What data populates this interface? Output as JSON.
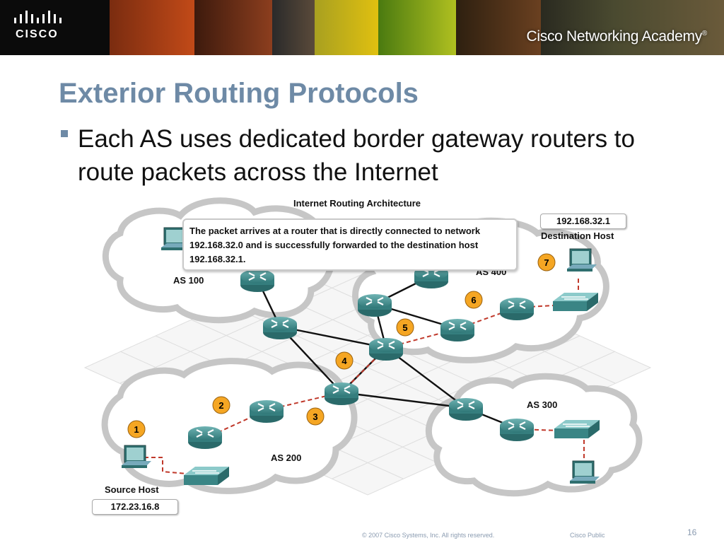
{
  "header": {
    "logo_text": "CISCO",
    "academy_text": "Cisco Networking Academy",
    "trademark": "®"
  },
  "slide": {
    "title": "Exterior Routing Protocols",
    "bullet": "Each AS uses dedicated border gateway routers to route packets across the Internet"
  },
  "diagram": {
    "title": "Internet Routing Architecture",
    "callout_lines": [
      "The packet arrives at a router that is directly connected to network",
      "192.168.32.0 and is successfully forwarded to the destination host",
      "192.168.32.1."
    ],
    "as_labels": {
      "as100": "AS 100",
      "as200": "AS 200",
      "as300": "AS 300",
      "as400": "AS 400"
    },
    "dest_ip": "192.168.32.1",
    "dest_label": "Destination Host",
    "source_label": "Source Host",
    "source_ip": "172.23.16.8",
    "steps": [
      "1",
      "2",
      "3",
      "4",
      "5",
      "6",
      "7"
    ],
    "colors": {
      "step_fill": "#f5a623",
      "path_line": "#c0392b",
      "device": "#3d8c8c",
      "title": "#6e8aa6"
    }
  },
  "footer": {
    "copyright": "© 2007 Cisco Systems, Inc. All rights reserved.",
    "classification": "Cisco Public",
    "page_number": "16"
  }
}
